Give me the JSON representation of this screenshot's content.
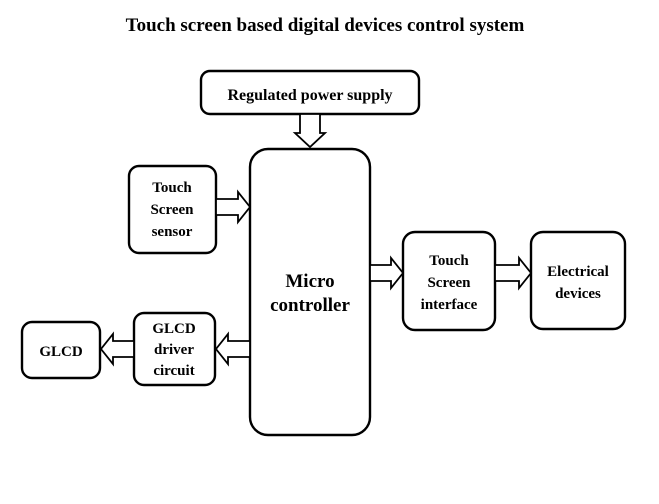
{
  "title": "Touch screen based digital devices control system",
  "blocks": {
    "power_supply": {
      "lines": [
        "Regulated power supply"
      ]
    },
    "microcontroller": {
      "lines": [
        "Micro",
        "controller"
      ]
    },
    "touch_sensor": {
      "lines": [
        "Touch",
        "Screen",
        "sensor"
      ]
    },
    "glcd_driver": {
      "lines": [
        "GLCD",
        "driver",
        "circuit"
      ]
    },
    "glcd": {
      "lines": [
        "GLCD"
      ]
    },
    "touch_interface": {
      "lines": [
        "Touch",
        "Screen",
        "interface"
      ]
    },
    "electrical_devices": {
      "lines": [
        "Electrical",
        "devices"
      ]
    }
  },
  "connections": [
    {
      "from": "Regulated power supply",
      "to": "Micro controller"
    },
    {
      "from": "Touch Screen sensor",
      "to": "Micro controller"
    },
    {
      "from": "Micro controller",
      "to": "GLCD driver circuit"
    },
    {
      "from": "GLCD driver circuit",
      "to": "GLCD"
    },
    {
      "from": "Micro controller",
      "to": "Touch Screen interface"
    },
    {
      "from": "Touch Screen interface",
      "to": "Electrical devices"
    }
  ]
}
